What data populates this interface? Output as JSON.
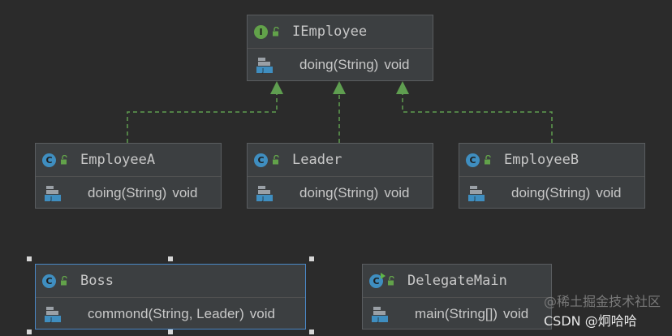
{
  "colors": {
    "background": "#2b2b2b",
    "node_fill": "#3c3f41",
    "node_border": "#5a5d60",
    "selected_border": "#4a88c7",
    "class_badge": "#3f8ec0",
    "interface_badge": "#62a24a",
    "realization_edge": "#5f9e50",
    "text": "#c8c8c8"
  },
  "nodes": {
    "iemployee": {
      "kind": "interface",
      "badge": "I",
      "name": "IEmployee",
      "method": "doing(String)",
      "return_type": "void",
      "icons": [
        "interface-icon",
        "unlocked-icon",
        "method-icon"
      ]
    },
    "employee_a": {
      "kind": "class",
      "badge": "C",
      "name": "EmployeeA",
      "method": "doing(String)",
      "return_type": "void"
    },
    "leader": {
      "kind": "class",
      "badge": "C",
      "name": "Leader",
      "method": "doing(String)",
      "return_type": "void"
    },
    "employee_b": {
      "kind": "class",
      "badge": "C",
      "name": "EmployeeB",
      "method": "doing(String)",
      "return_type": "void"
    },
    "boss": {
      "kind": "class",
      "badge": "C",
      "name": "Boss",
      "method": "commond(String, Leader)",
      "return_type": "void",
      "selected": true
    },
    "delegate_main": {
      "kind": "runnable-class",
      "badge": "C",
      "name": "DelegateMain",
      "method": "main(String[])",
      "return_type": "void"
    }
  },
  "edges": [
    {
      "from": "employee_a",
      "to": "iemployee",
      "type": "realization"
    },
    {
      "from": "leader",
      "to": "iemployee",
      "type": "realization"
    },
    {
      "from": "employee_b",
      "to": "iemployee",
      "type": "realization"
    }
  ],
  "watermark": {
    "faint": "@稀土掘金技术社区",
    "text": "CSDN @炯哈哈"
  }
}
